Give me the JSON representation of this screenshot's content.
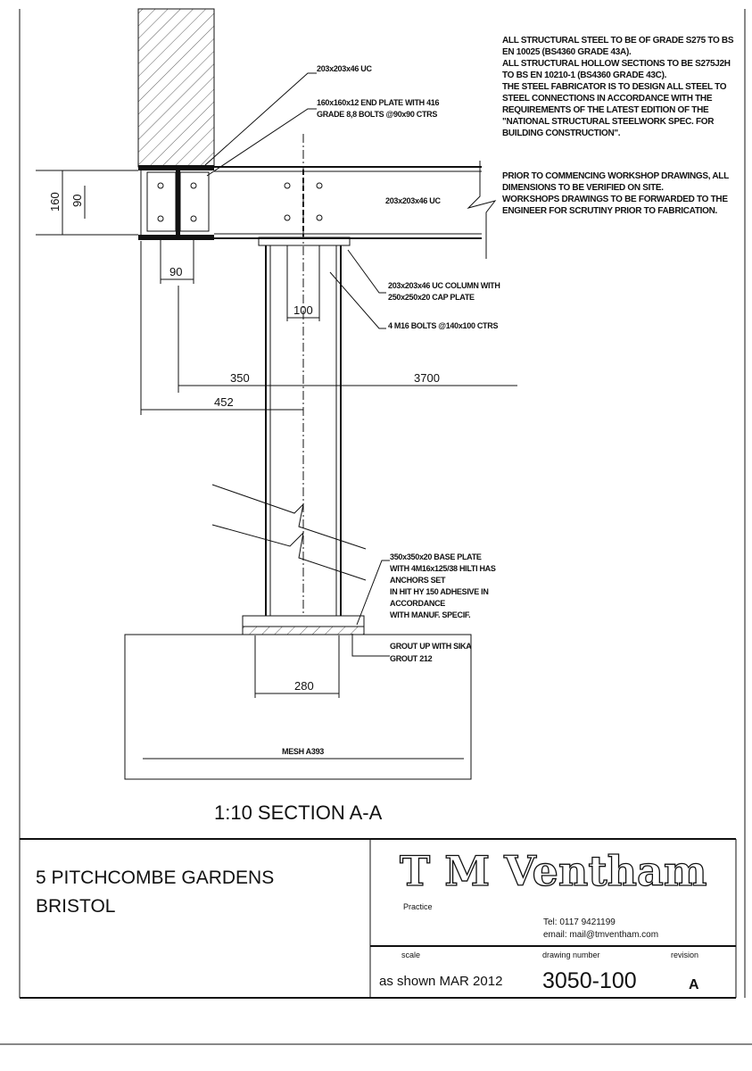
{
  "notes": [
    "ALL STRUCTURAL STEEL TO BE OF GRADE S275 TO BS",
    "EN 10025 (BS4360 GRADE 43A).",
    "ALL STRUCTURAL HOLLOW SECTIONS TO BE S275J2H",
    "TO BS EN 10210-1 (BS4360 GRADE 43C).",
    "THE STEEL FABRICATOR IS TO DESIGN ALL STEEL TO",
    "STEEL CONNECTIONS IN ACCORDANCE WITH THE",
    "REQUIREMENTS OF THE LATEST EDITION OF THE",
    "\"NATIONAL STRUCTURAL STEELWORK SPEC. FOR",
    "BUILDING CONSTRUCTION\".",
    "",
    "PRIOR TO COMMENCING WORKSHOP DRAWINGS, ALL",
    "DIMENSIONS TO BE VERIFIED ON SITE.",
    "WORKSHOPS DRAWINGS TO BE FORWARDED TO THE",
    "ENGINEER FOR SCRUTINY PRIOR TO FABRICATION."
  ],
  "labels": {
    "uc_top": "203x203x46 UC",
    "end_plate_1": "160x160x12 END PLATE WITH 416",
    "end_plate_2": "GRADE 8,8 BOLTS @90x90 CTRS",
    "beam": "203x203x46 UC",
    "column_1": "203x203x46 UC COLUMN WITH",
    "column_2": "250x250x20 CAP PLATE",
    "bolts": "4 M16 BOLTS @140x100 CTRS",
    "base_plate": [
      "350x350x20 BASE PLATE",
      "WITH 4M16x125/38 HILTI HAS",
      "ANCHORS SET",
      "IN HIT HY 150 ADHESIVE IN",
      "ACCORDANCE",
      "WITH MANUF. SPECIF."
    ],
    "grout": [
      "GROUT UP WITH SIKA",
      "GROUT 212"
    ],
    "mesh": "MESH A393"
  },
  "dimensions": {
    "d160": "160",
    "d90v": "90",
    "d90h": "90",
    "d100": "100",
    "d350": "350",
    "d3700": "3700",
    "d452": "452",
    "d280": "280"
  },
  "section_title": "1:10 SECTION A-A",
  "title_block": {
    "project_1": "5 PITCHCOMBE GARDENS",
    "project_2": "BRISTOL",
    "logo": "T M Ventham",
    "practice": "Practice",
    "tel": "Tel:  0117 9421199",
    "email": "email: mail@tmventham.com",
    "scale_label": "scale",
    "scale_value": "as shown  MAR 2012",
    "drawing_number_label": "drawing number",
    "drawing_number": "3050-100",
    "revision_label": "revision",
    "revision": "A"
  }
}
